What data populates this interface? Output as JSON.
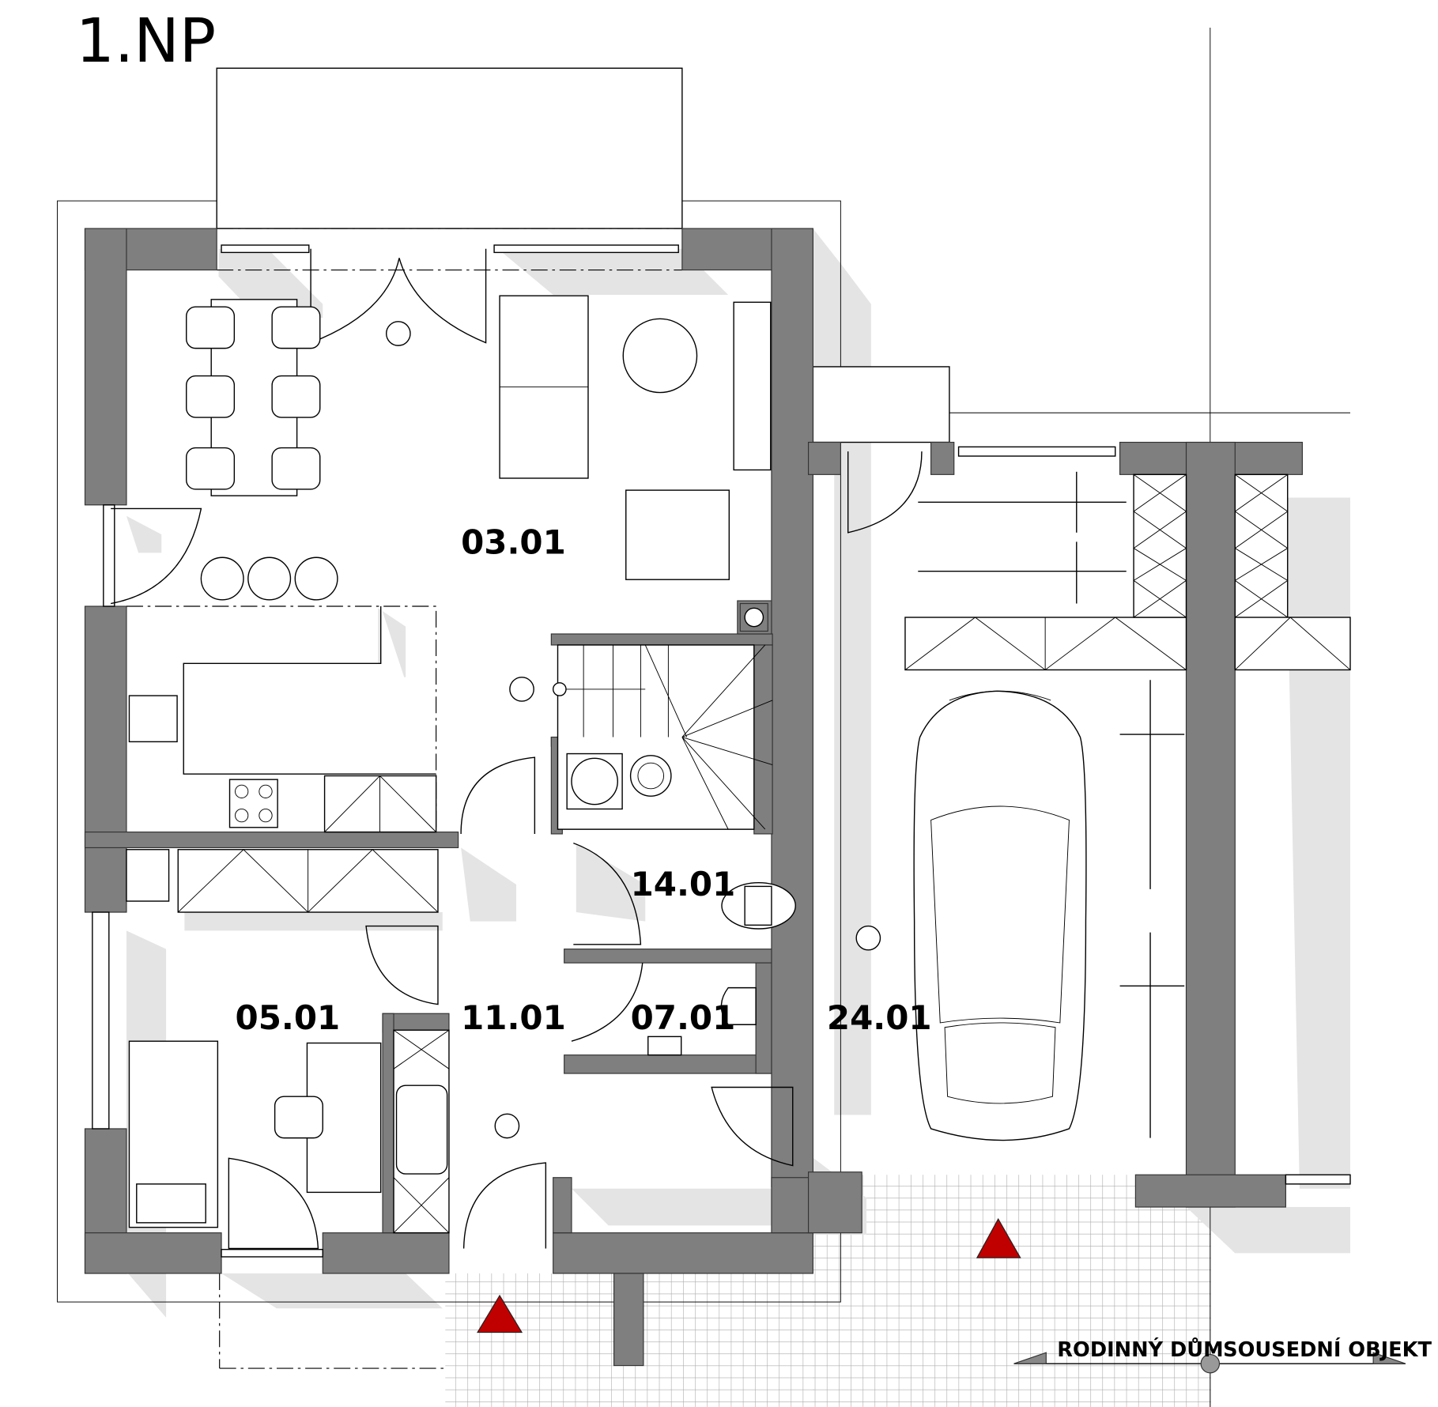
{
  "plan": {
    "title": "1.NP",
    "rooms": [
      {
        "id": "03.01"
      },
      {
        "id": "14.01"
      },
      {
        "id": "05.01"
      },
      {
        "id": "11.01"
      },
      {
        "id": "07.01"
      },
      {
        "id": "24.01"
      }
    ],
    "legend": {
      "left_label": "RODINNÝ DŮM",
      "right_label": "SOUSEDNÍ OBJEKT"
    },
    "colors": {
      "wall": "#7f7f7f",
      "shadow": "#e4e4e4",
      "entrance_marker": "#c00000"
    }
  }
}
